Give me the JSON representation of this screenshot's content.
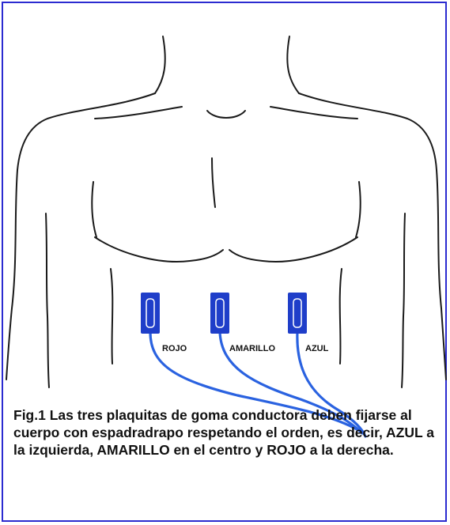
{
  "figure": {
    "electrodes": [
      {
        "label": "ROJO",
        "color": "#1f3ec9"
      },
      {
        "label": "AMARILLO",
        "color": "#1f3ec9"
      },
      {
        "label": "AZUL",
        "color": "#1f3ec9"
      }
    ],
    "cable_color": "#2a62e0",
    "border_color": "#2b2bd0"
  },
  "caption": {
    "text": "Fig.1 Las tres plaquitas de goma conductora deben fijarse al cuerpo con espadradrapo respetando el orden, es decir, AZUL a la izquierda, AMARILLO en el centro y ROJO a la derecha."
  }
}
